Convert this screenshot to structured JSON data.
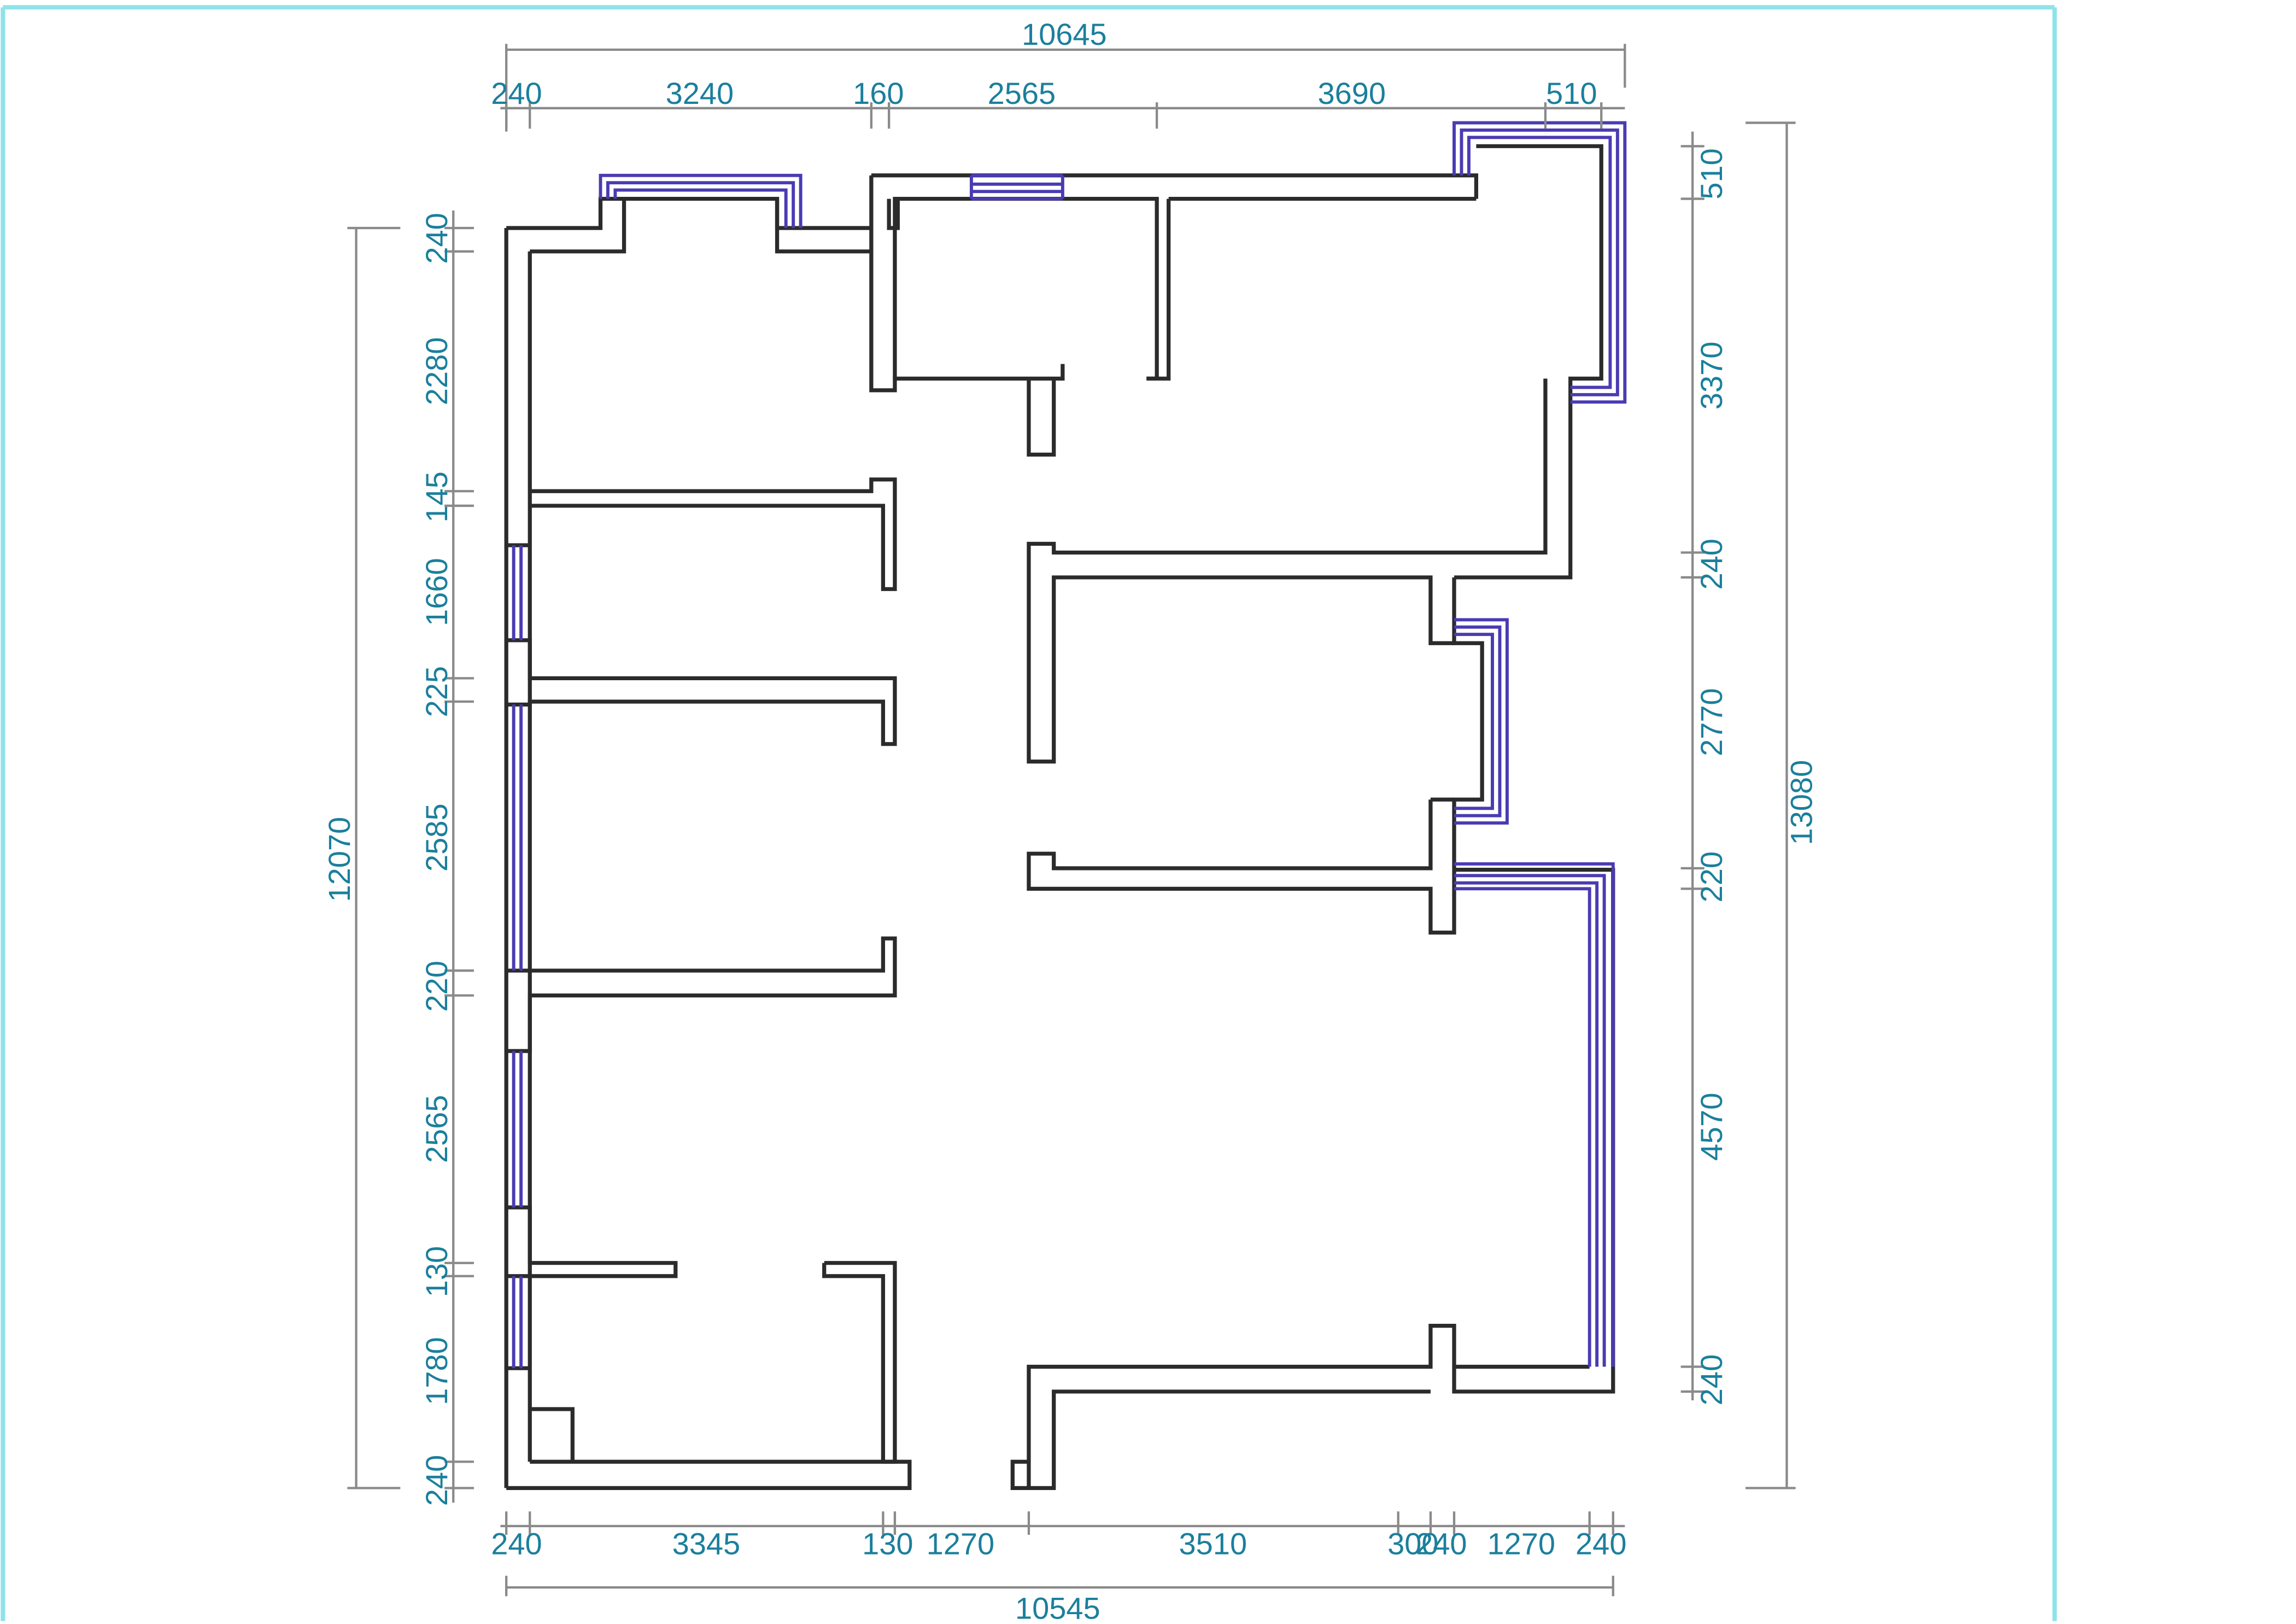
{
  "dimensions": {
    "top_total": "10645",
    "top_segments": [
      "240",
      "3240",
      "160",
      "2565",
      "3690",
      "510"
    ],
    "bottom_total": "10545",
    "bottom_segments": [
      "240",
      "3345",
      "130",
      "1270",
      "3510",
      "300",
      "240",
      "1270",
      "240"
    ],
    "left_total": "12070",
    "left_segments": [
      "240",
      "2280",
      "145",
      "1660",
      "225",
      "2585",
      "220",
      "2565",
      "130",
      "1780",
      "240"
    ],
    "right_total": "13080",
    "right_segments": [
      "510",
      "3370",
      "240",
      "2770",
      "220",
      "4570",
      "240"
    ]
  },
  "colors": {
    "wall": "#2b2b2b",
    "window": "#4a3bb3",
    "dimension_text": "#1b7f9c",
    "frame": "#8fe3ea"
  }
}
